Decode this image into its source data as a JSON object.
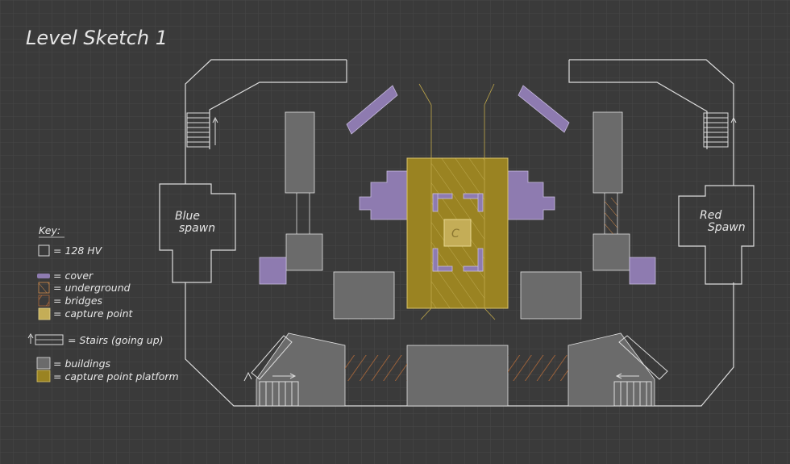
{
  "title": "Level Sketch 1",
  "spawns": {
    "blue": {
      "line1": "Blue",
      "line2": "spawn"
    },
    "red": {
      "line1": "Red",
      "line2": "Spawn"
    }
  },
  "capture_point_marker": "C",
  "key": {
    "heading": "Key:",
    "unit": "= 128 HV",
    "cover": "= cover",
    "underground": "= underground",
    "bridges": "= bridges",
    "capture_point": "= capture point",
    "stairs": "= Stairs (going up)",
    "buildings": "= buildings",
    "platform": "= capture point platform"
  },
  "colors": {
    "background": "#3a3a3a",
    "grid": "#474747",
    "lines": "#dcdcdc",
    "cover": "#8e7bb0",
    "building": "#6b6b6b",
    "platform": "#9a8322",
    "capture_point": "#c4ad57",
    "bridge_hatch": "#b06a3a"
  }
}
